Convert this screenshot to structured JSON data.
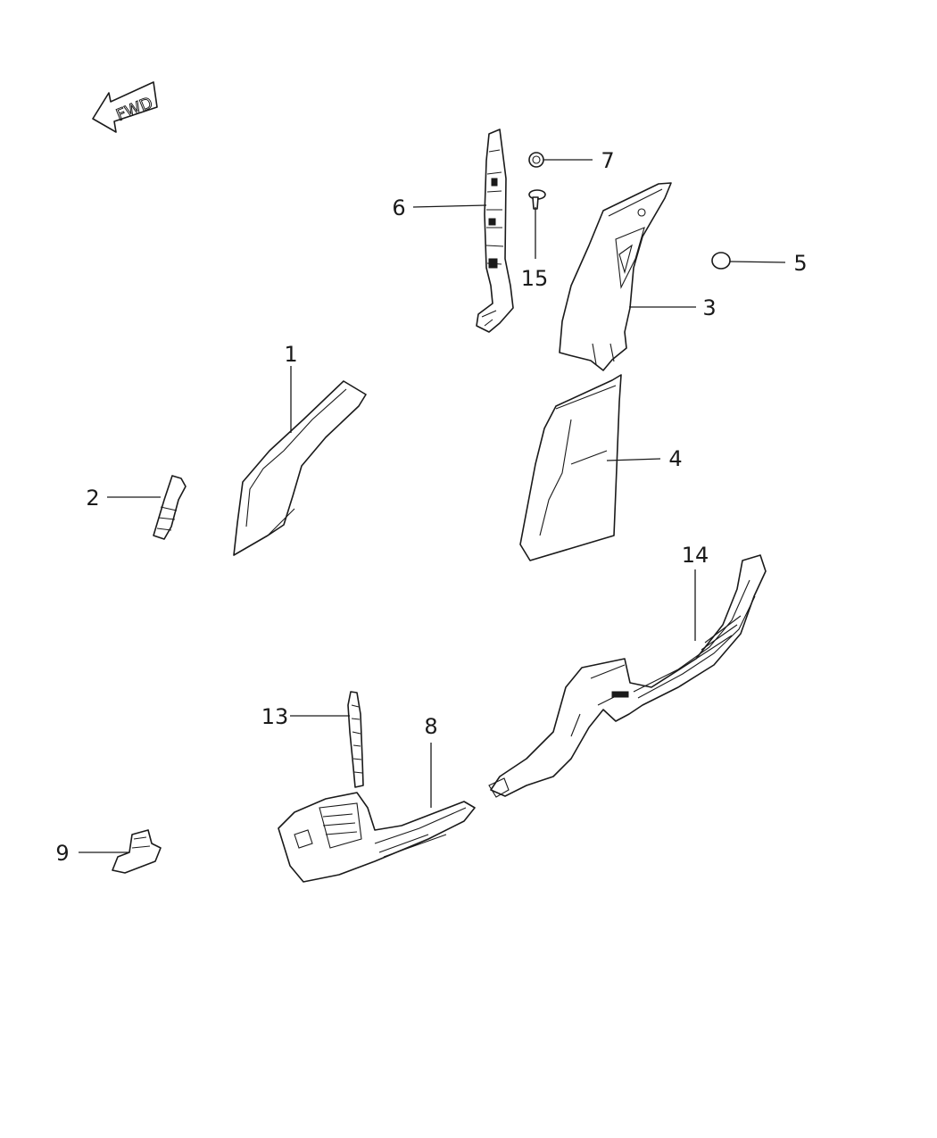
{
  "direction_indicator": {
    "label": "FWD",
    "icon": "forward-arrow-icon"
  },
  "callouts": [
    {
      "id": "c1",
      "label": "1",
      "part": "a-pillar-trim"
    },
    {
      "id": "c2",
      "label": "2",
      "part": "clip"
    },
    {
      "id": "c3",
      "label": "3",
      "part": "b-pillar-upper-trim"
    },
    {
      "id": "c4",
      "label": "4",
      "part": "b-pillar-lower-trim"
    },
    {
      "id": "c5",
      "label": "5",
      "part": "plug"
    },
    {
      "id": "c6",
      "label": "6",
      "part": "bracket"
    },
    {
      "id": "c7",
      "label": "7",
      "part": "nut"
    },
    {
      "id": "c8",
      "label": "8",
      "part": "front-sill-scuff-plate"
    },
    {
      "id": "c9",
      "label": "9",
      "part": "clip"
    },
    {
      "id": "c13",
      "label": "13",
      "part": "reinforcement"
    },
    {
      "id": "c14",
      "label": "14",
      "part": "rear-sill-scuff-plate"
    },
    {
      "id": "c15",
      "label": "15",
      "part": "screw"
    }
  ]
}
